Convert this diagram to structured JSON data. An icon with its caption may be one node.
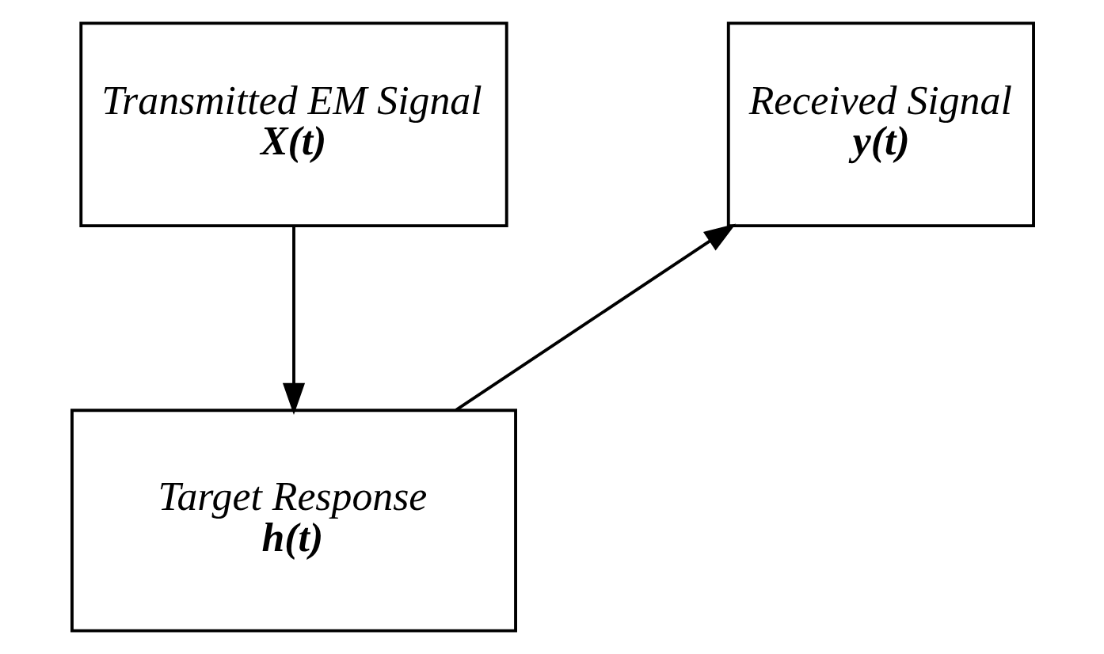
{
  "diagram": {
    "nodes": [
      {
        "text": [
          "Transmitted EM Signal",
          "X(t)"
        ]
      },
      {
        "text": [
          "Received Signal",
          "y(t)"
        ]
      },
      {
        "text": [
          "Target Response",
          "h(t)"
        ]
      }
    ],
    "edges": [
      {
        "from": 0,
        "to": 2,
        "arrow": "to"
      },
      {
        "from": 2,
        "to": 1,
        "arrow": "to"
      }
    ]
  }
}
